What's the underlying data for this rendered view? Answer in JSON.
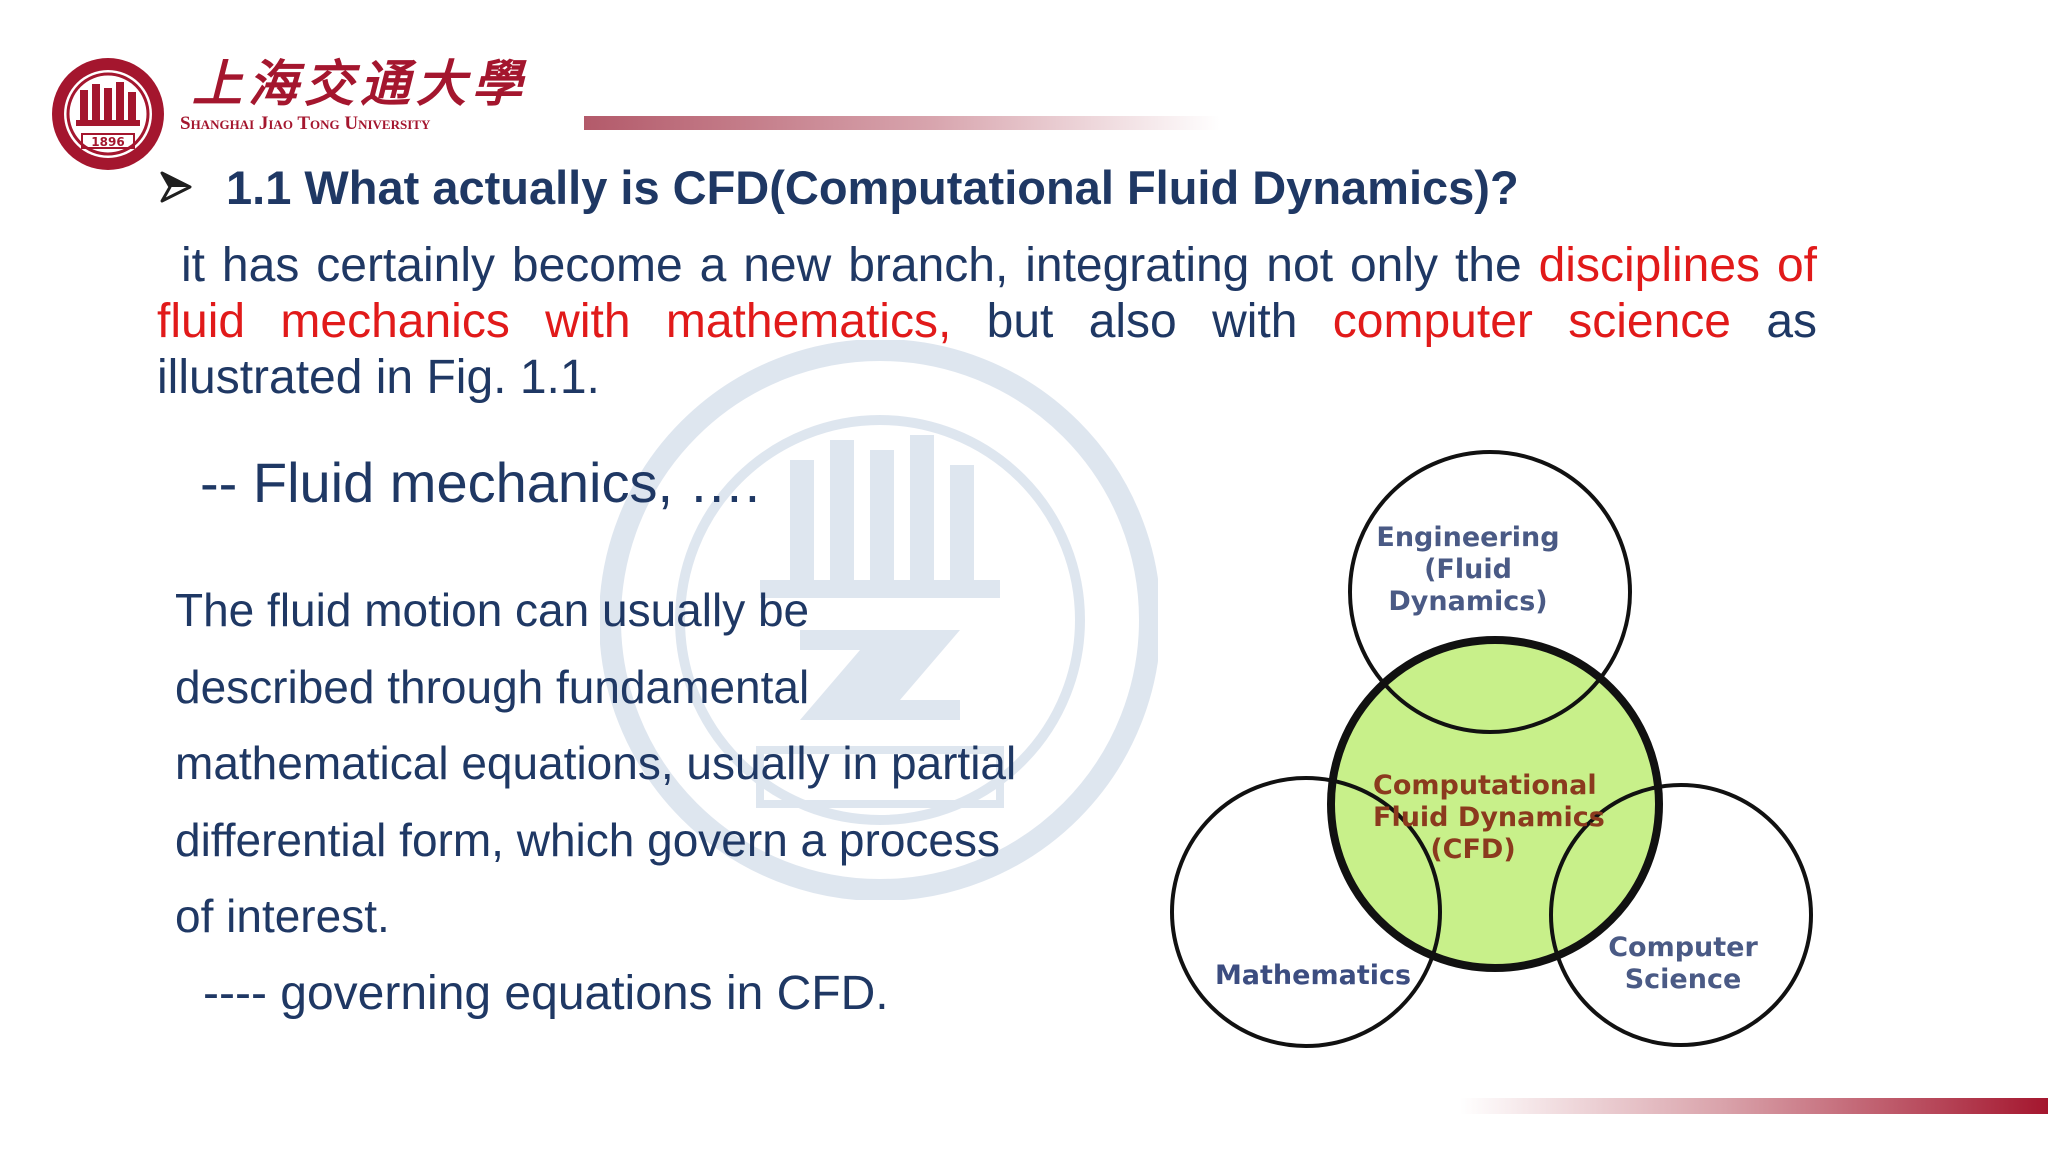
{
  "header": {
    "university_cn": "上海交通大學",
    "university_en": "Shanghai Jiao Tong University",
    "seal_year": "1896"
  },
  "heading": {
    "bullet_icon": "arrow-bullet-icon",
    "text": "1.1 What actually is CFD(Computational Fluid Dynamics)?"
  },
  "intro": {
    "part1": "it has certainly become a new branch, integrating not only the ",
    "part2": "disciplines of fluid mechanics with mathematics,",
    "part3": " but also with ",
    "part4": "computer science",
    "part5": " as illustrated in Fig. 1.1."
  },
  "sub_heading": "-- Fluid mechanics, ….",
  "body": {
    "lines": [
      "The fluid motion can usually be",
      "described through fundamental",
      "mathematical equations, usually in partial",
      "differential form, which govern a process",
      "of interest."
    ],
    "equation_note": "---- governing equations in CFD."
  },
  "diagram": {
    "engineering": [
      "Engineering",
      "(Fluid",
      "Dynamics)"
    ],
    "cfd": [
      "Computational",
      "Fluid Dynamics",
      "(CFD)"
    ],
    "mathematics": [
      "Mathematics"
    ],
    "computer_science": [
      "Computer",
      "Science"
    ]
  },
  "colors": {
    "title_blue": "#1f3864",
    "highlight_red": "#e11a1a",
    "brand_red": "#a4162e",
    "cfd_green": "#c8f08a"
  }
}
